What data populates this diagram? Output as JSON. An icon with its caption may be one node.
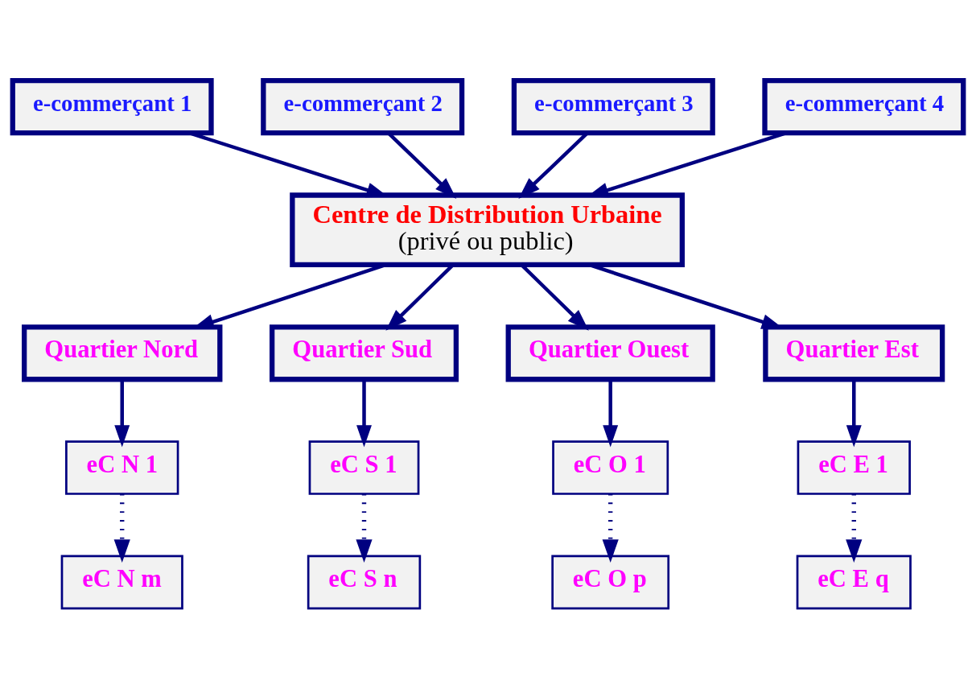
{
  "diagram": {
    "nodes": [
      {
        "text": [
          "e-commerçant 1"
        ]
      },
      {
        "text": [
          "e-commerçant 2"
        ]
      },
      {
        "text": [
          "e-commerçant 3"
        ]
      },
      {
        "text": [
          "e-commerçant 4"
        ]
      },
      {
        "text": [
          "Centre de Distribution Urbaine",
          "(privé ou public)"
        ]
      },
      {
        "text": [
          "Quartier Nord"
        ]
      },
      {
        "text": [
          "Quartier Sud"
        ]
      },
      {
        "text": [
          "Quartier Ouest"
        ]
      },
      {
        "text": [
          "Quartier Est"
        ]
      },
      {
        "text": [
          "eC N 1"
        ]
      },
      {
        "text": [
          "eC S 1"
        ]
      },
      {
        "text": [
          "eC O 1"
        ]
      },
      {
        "text": [
          "eC E 1"
        ]
      },
      {
        "text": [
          "eC N m"
        ]
      },
      {
        "text": [
          "eC S n"
        ]
      },
      {
        "text": [
          "eC O p"
        ]
      },
      {
        "text": [
          "eC E q"
        ]
      }
    ],
    "edges": [
      {
        "from": 0,
        "to": 4,
        "arrow": "to"
      },
      {
        "from": 1,
        "to": 4,
        "arrow": "to"
      },
      {
        "from": 2,
        "to": 4,
        "arrow": "to"
      },
      {
        "from": 3,
        "to": 4,
        "arrow": "to"
      },
      {
        "from": 4,
        "to": 5,
        "arrow": "to"
      },
      {
        "from": 4,
        "to": 6,
        "arrow": "to"
      },
      {
        "from": 4,
        "to": 7,
        "arrow": "to"
      },
      {
        "from": 4,
        "to": 8,
        "arrow": "to"
      },
      {
        "from": 5,
        "to": 9,
        "arrow": "to"
      },
      {
        "from": 6,
        "to": 10,
        "arrow": "to"
      },
      {
        "from": 7,
        "to": 11,
        "arrow": "to"
      },
      {
        "from": 8,
        "to": 12,
        "arrow": "to"
      },
      {
        "from": 9,
        "to": 13,
        "arrow": "to",
        "style": "dashed"
      },
      {
        "from": 10,
        "to": 14,
        "arrow": "to",
        "style": "dashed"
      },
      {
        "from": 11,
        "to": 15,
        "arrow": "to",
        "style": "dashed"
      },
      {
        "from": 12,
        "to": 16,
        "arrow": "to",
        "style": "dashed"
      }
    ]
  }
}
